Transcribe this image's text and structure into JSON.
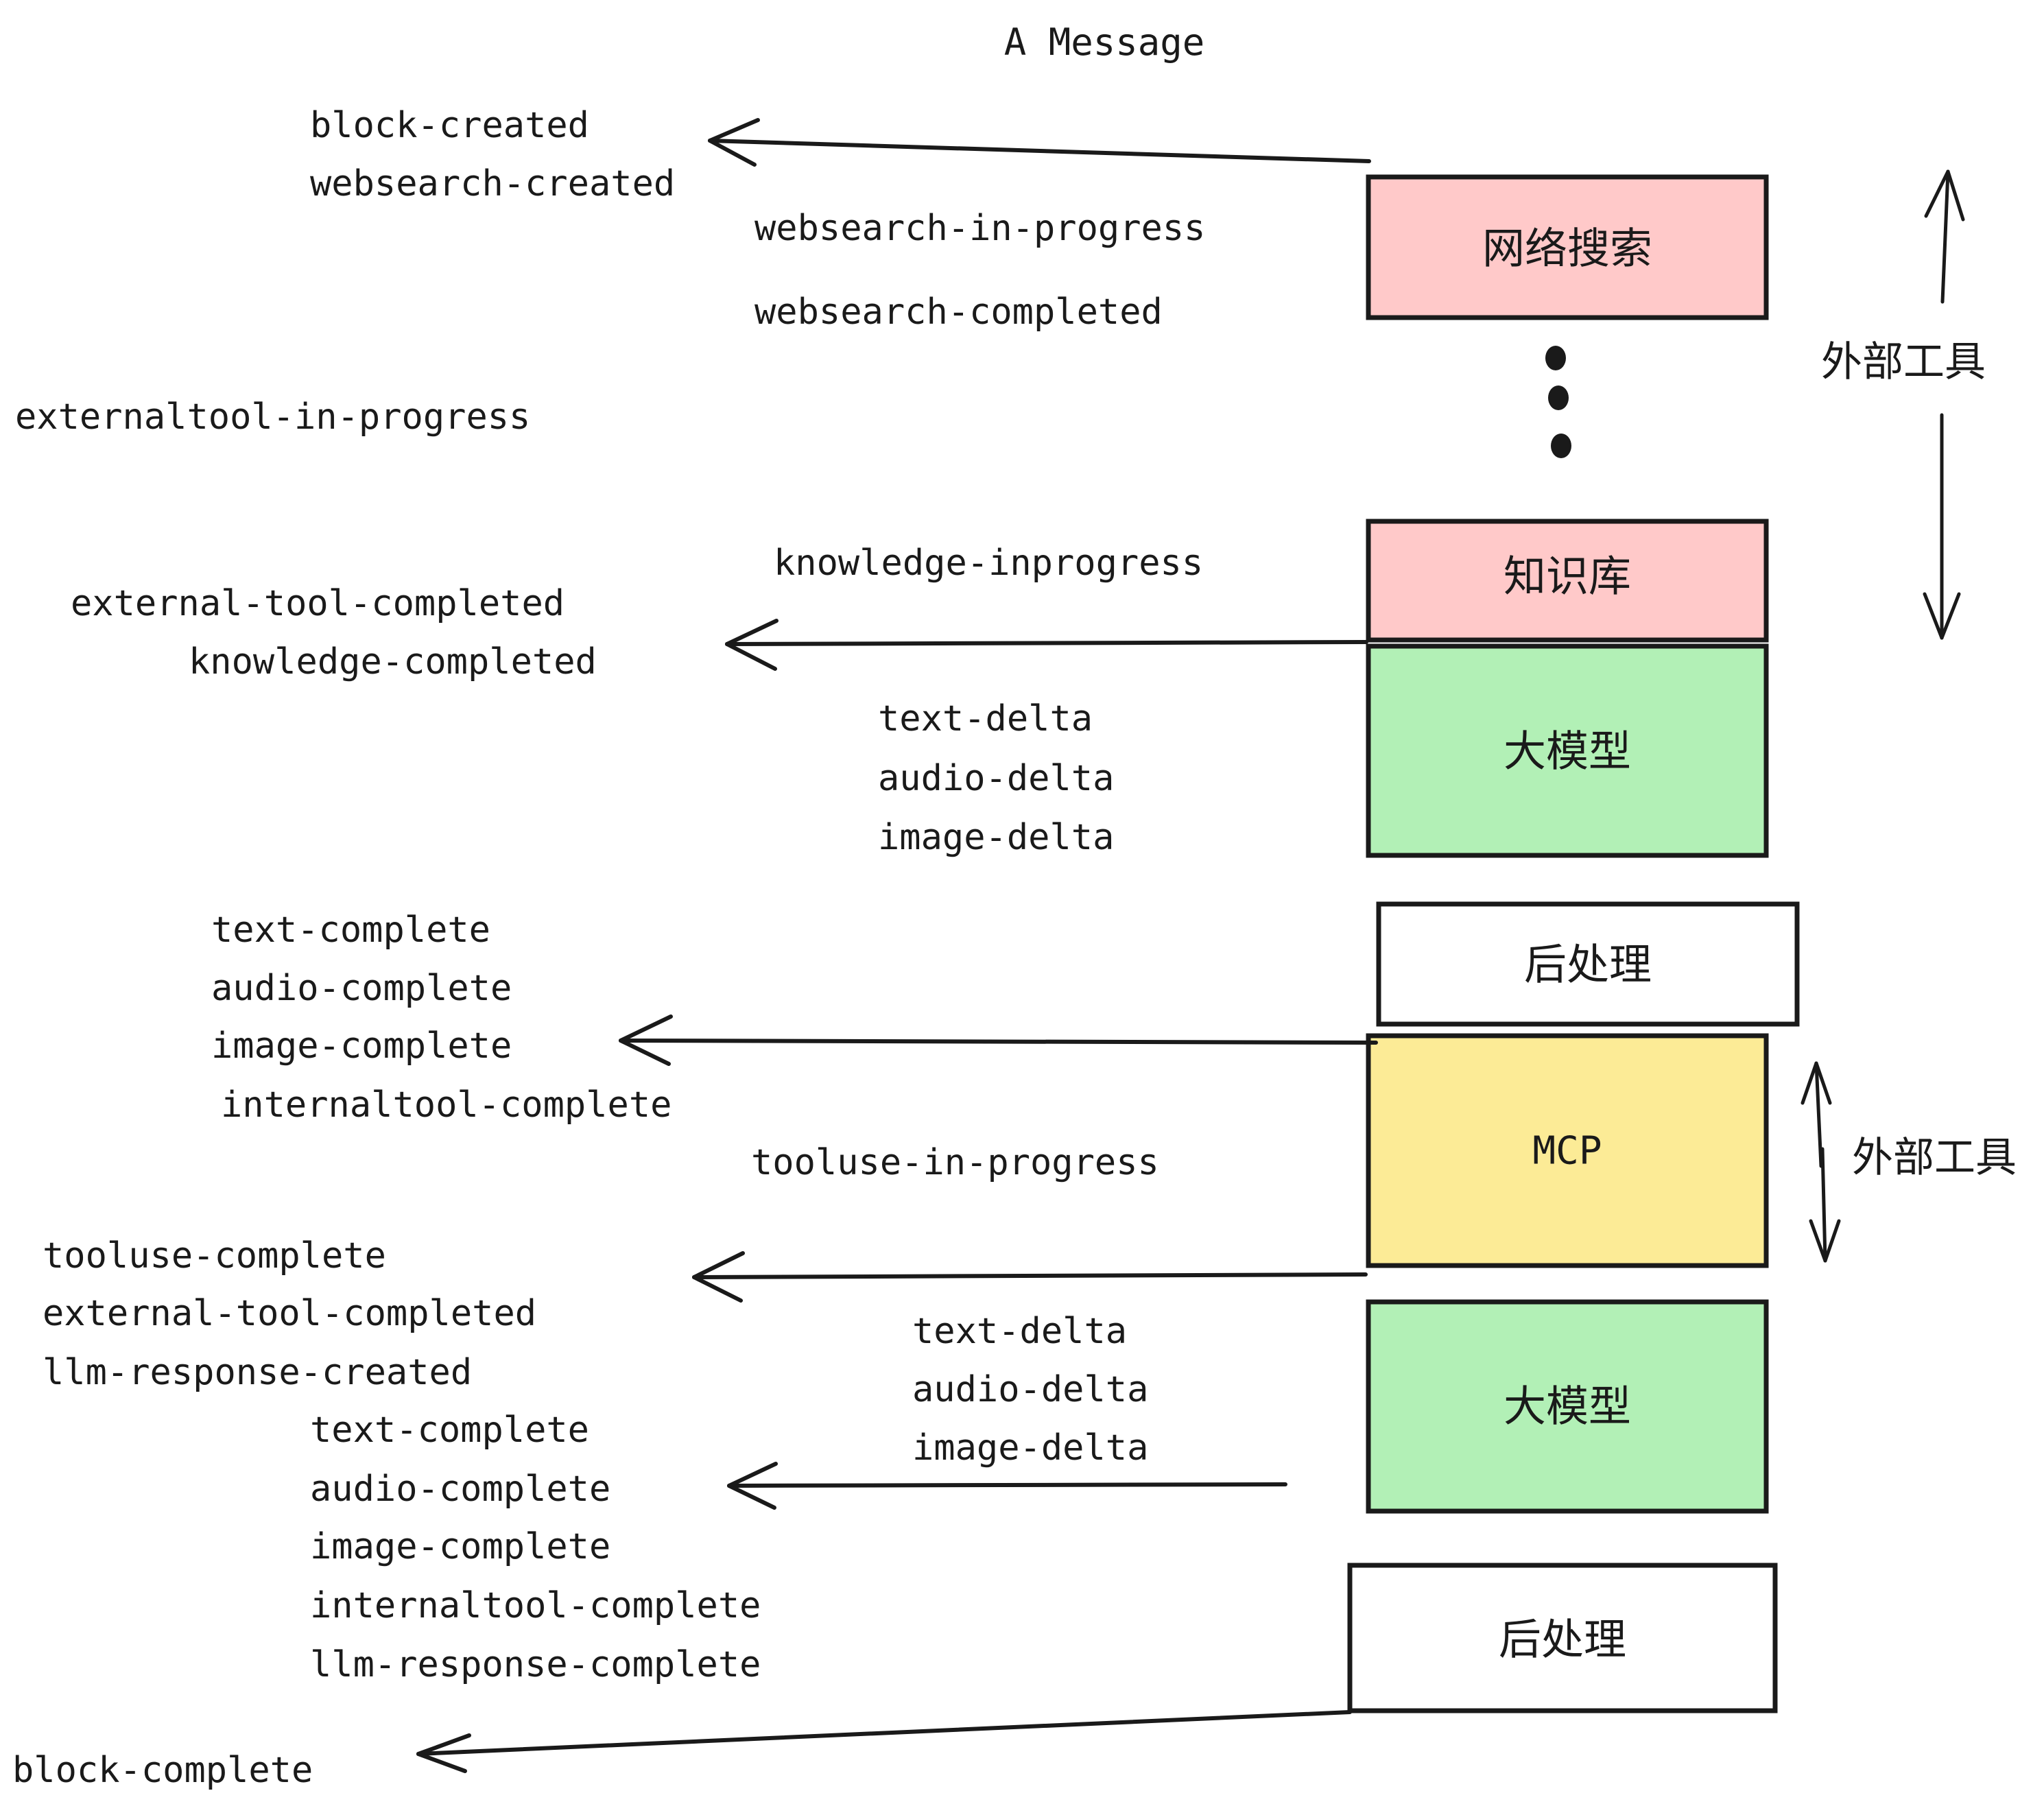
{
  "title": "A Message",
  "colors": {
    "pink": "#FFC9C9",
    "green": "#B2F0B6",
    "yellow": "#FCEB96",
    "white": "#FFFFFF",
    "stroke": "#1A1A1A"
  },
  "boxes": [
    {
      "id": "websearch",
      "label": "网络搜索",
      "fill": "#FFC9C9",
      "script": "cjk"
    },
    {
      "id": "knowledge",
      "label": "知识库",
      "fill": "#FFC9C9",
      "script": "cjk"
    },
    {
      "id": "llm-top",
      "label": "大模型",
      "fill": "#B2F0B6",
      "script": "cjk"
    },
    {
      "id": "postprocess-top",
      "label": "后处理",
      "fill": "#FFFFFF",
      "script": "cjk"
    },
    {
      "id": "mcp",
      "label": "MCP",
      "fill": "#FCEB96",
      "script": "latin"
    },
    {
      "id": "llm-bottom",
      "label": "大模型",
      "fill": "#B2F0B6",
      "script": "cjk"
    },
    {
      "id": "postprocess-bottom",
      "label": "后处理",
      "fill": "#FFFFFF",
      "script": "cjk"
    }
  ],
  "side_labels": [
    {
      "id": "external-tool-top",
      "label": "外部工具"
    },
    {
      "id": "external-tool-bottom",
      "label": "外部工具"
    }
  ],
  "events": [
    {
      "id": "e01",
      "text": "block-created"
    },
    {
      "id": "e02",
      "text": "websearch-created"
    },
    {
      "id": "e03",
      "text": "websearch-in-progress"
    },
    {
      "id": "e04",
      "text": "websearch-completed"
    },
    {
      "id": "e05",
      "text": "externaltool-in-progress"
    },
    {
      "id": "e06",
      "text": "knowledge-inprogress"
    },
    {
      "id": "e07",
      "text": "external-tool-completed"
    },
    {
      "id": "e08",
      "text": "knowledge-completed"
    },
    {
      "id": "e09",
      "text": "text-delta"
    },
    {
      "id": "e10",
      "text": "audio-delta"
    },
    {
      "id": "e11",
      "text": "image-delta"
    },
    {
      "id": "e12",
      "text": "text-complete"
    },
    {
      "id": "e13",
      "text": "audio-complete"
    },
    {
      "id": "e14",
      "text": "image-complete"
    },
    {
      "id": "e15",
      "text": "internaltool-complete"
    },
    {
      "id": "e16",
      "text": "tooluse-in-progress"
    },
    {
      "id": "e17",
      "text": "tooluse-complete"
    },
    {
      "id": "e18",
      "text": "external-tool-completed"
    },
    {
      "id": "e19",
      "text": "llm-response-created"
    },
    {
      "id": "e20",
      "text": "text-complete"
    },
    {
      "id": "e21",
      "text": "audio-complete"
    },
    {
      "id": "e22",
      "text": "image-complete"
    },
    {
      "id": "e23",
      "text": "internaltool-complete"
    },
    {
      "id": "e24",
      "text": "llm-response-complete"
    },
    {
      "id": "e25",
      "text": "block-complete"
    }
  ]
}
